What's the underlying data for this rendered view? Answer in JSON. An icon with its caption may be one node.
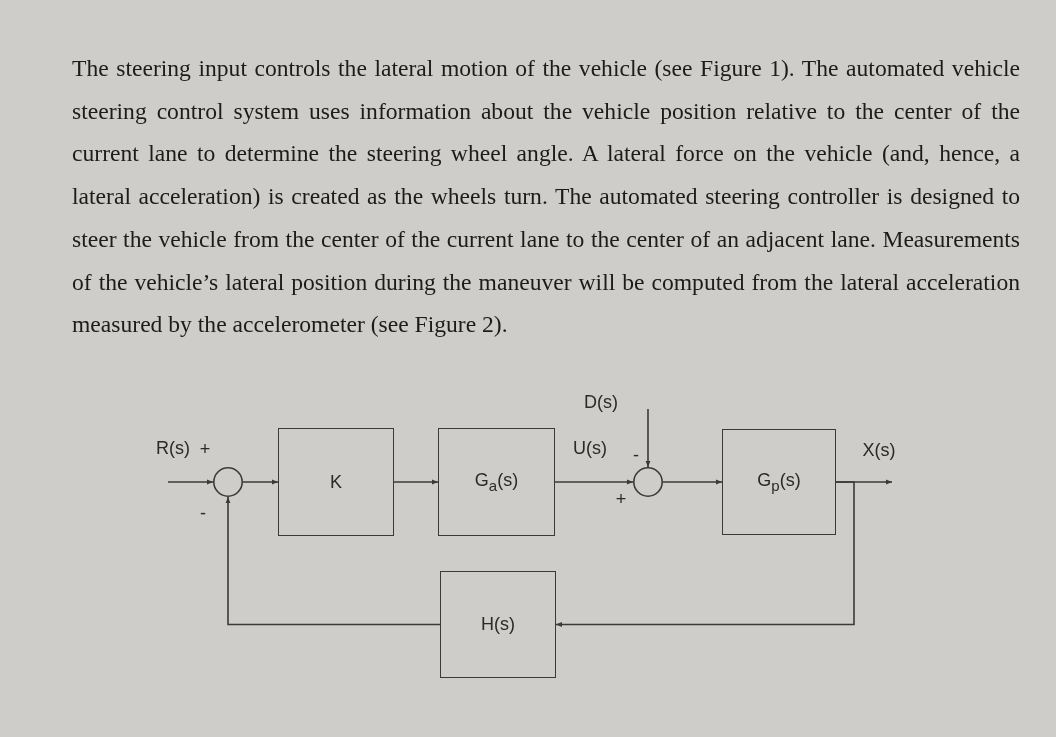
{
  "diagram": {
    "nodes": [
      {
        "text": [],
        "shape": "circle",
        "beside": [
          "+",
          "-"
        ]
      },
      {
        "text": [
          "K"
        ]
      },
      {
        "text": [
          "G$_{a}$(s)"
        ]
      },
      {
        "text": [],
        "shape": "circle",
        "beside": [
          "-",
          "+"
        ]
      },
      {
        "text": [
          "G$_{p}$(s)"
        ]
      },
      {
        "text": [
          "H(s)"
        ]
      }
    ],
    "edges": [
      {
        "from": null,
        "to": 0,
        "arrow": "to",
        "label": "R(s)"
      },
      {
        "from": 0,
        "to": 1,
        "arrow": "to"
      },
      {
        "from": 1,
        "to": 2,
        "arrow": "to"
      },
      {
        "from": 2,
        "to": 3,
        "arrow": "to",
        "label": "U(s)"
      },
      {
        "from": null,
        "to": 3,
        "arrow": "to",
        "label": "D(s)"
      },
      {
        "from": 3,
        "to": 4,
        "arrow": "to"
      },
      {
        "from": 4,
        "to": null,
        "arrow": "to",
        "label": "X(s)"
      },
      {
        "from": 4,
        "to": 5,
        "arrow": "to"
      },
      {
        "from": 5,
        "to": 0,
        "arrow": "to"
      }
    ],
    "labels": [
      "The steering input controls the lateral motion of the vehicle (see Figure 1). The automated vehicle steering control system uses information about the vehicle position relative to the center of the current lane to determine the steering wheel angle. A lateral force on the vehicle (and, hence, a lateral acceleration) is created as the wheels turn. The automated steering controller is designed to steer the vehicle from the center of the current lane to the center of an adjacent lane. Measurements of the vehicle’s lateral position during the maneuver will be computed from the lateral acceleration measured by the accelerometer (see Figure 2)."
    ]
  }
}
